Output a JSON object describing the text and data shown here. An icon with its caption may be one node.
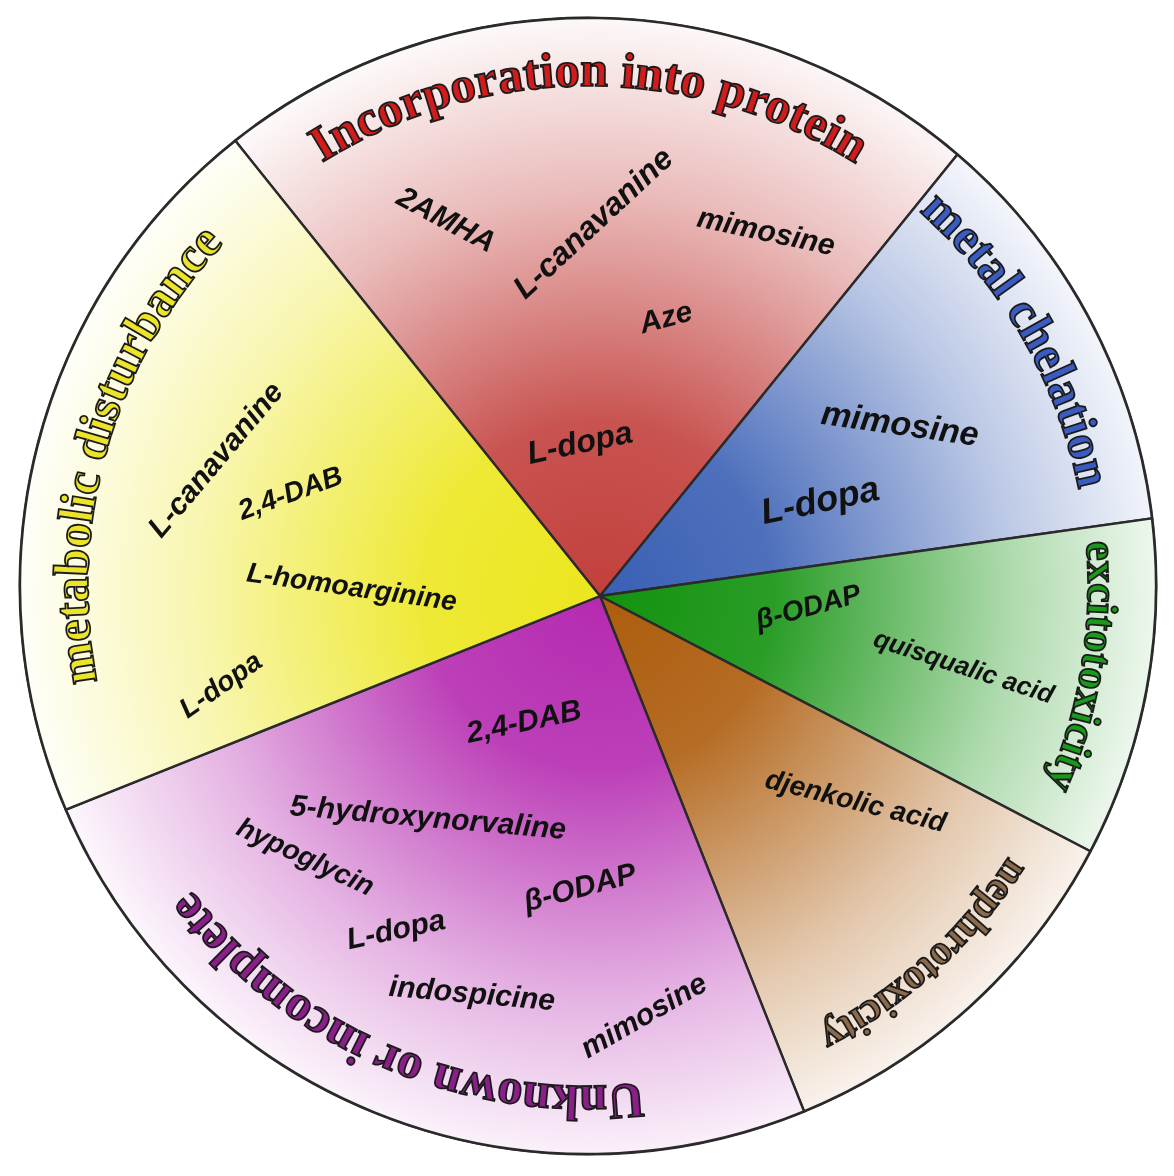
{
  "diagram": {
    "nodes": [
      {
        "text": [
          "Incorporation into protein",
          "2AMHA",
          "L-canavanine",
          "mimosine",
          "Aze",
          "L-dopa"
        ]
      },
      {
        "text": [
          "metal chelation",
          "mimosine",
          "L-dopa"
        ]
      },
      {
        "text": [
          "excitotoxicity",
          "β-ODAP",
          "quisqualic acid"
        ]
      },
      {
        "text": [
          "nephrotoxicity",
          "djenkolic acid"
        ]
      },
      {
        "text": [
          "Unknown or incomplete",
          "2,4-DAB",
          "5-hydroxynorvaline",
          "hypoglycin",
          "β-ODAP",
          "L-dopa",
          "indospicine",
          "mimosine"
        ]
      },
      {
        "text": [
          "metabolic disturbance",
          "L-canavanine",
          "2,4-DAB",
          "L-homoarginine",
          "L-dopa"
        ]
      }
    ]
  }
}
